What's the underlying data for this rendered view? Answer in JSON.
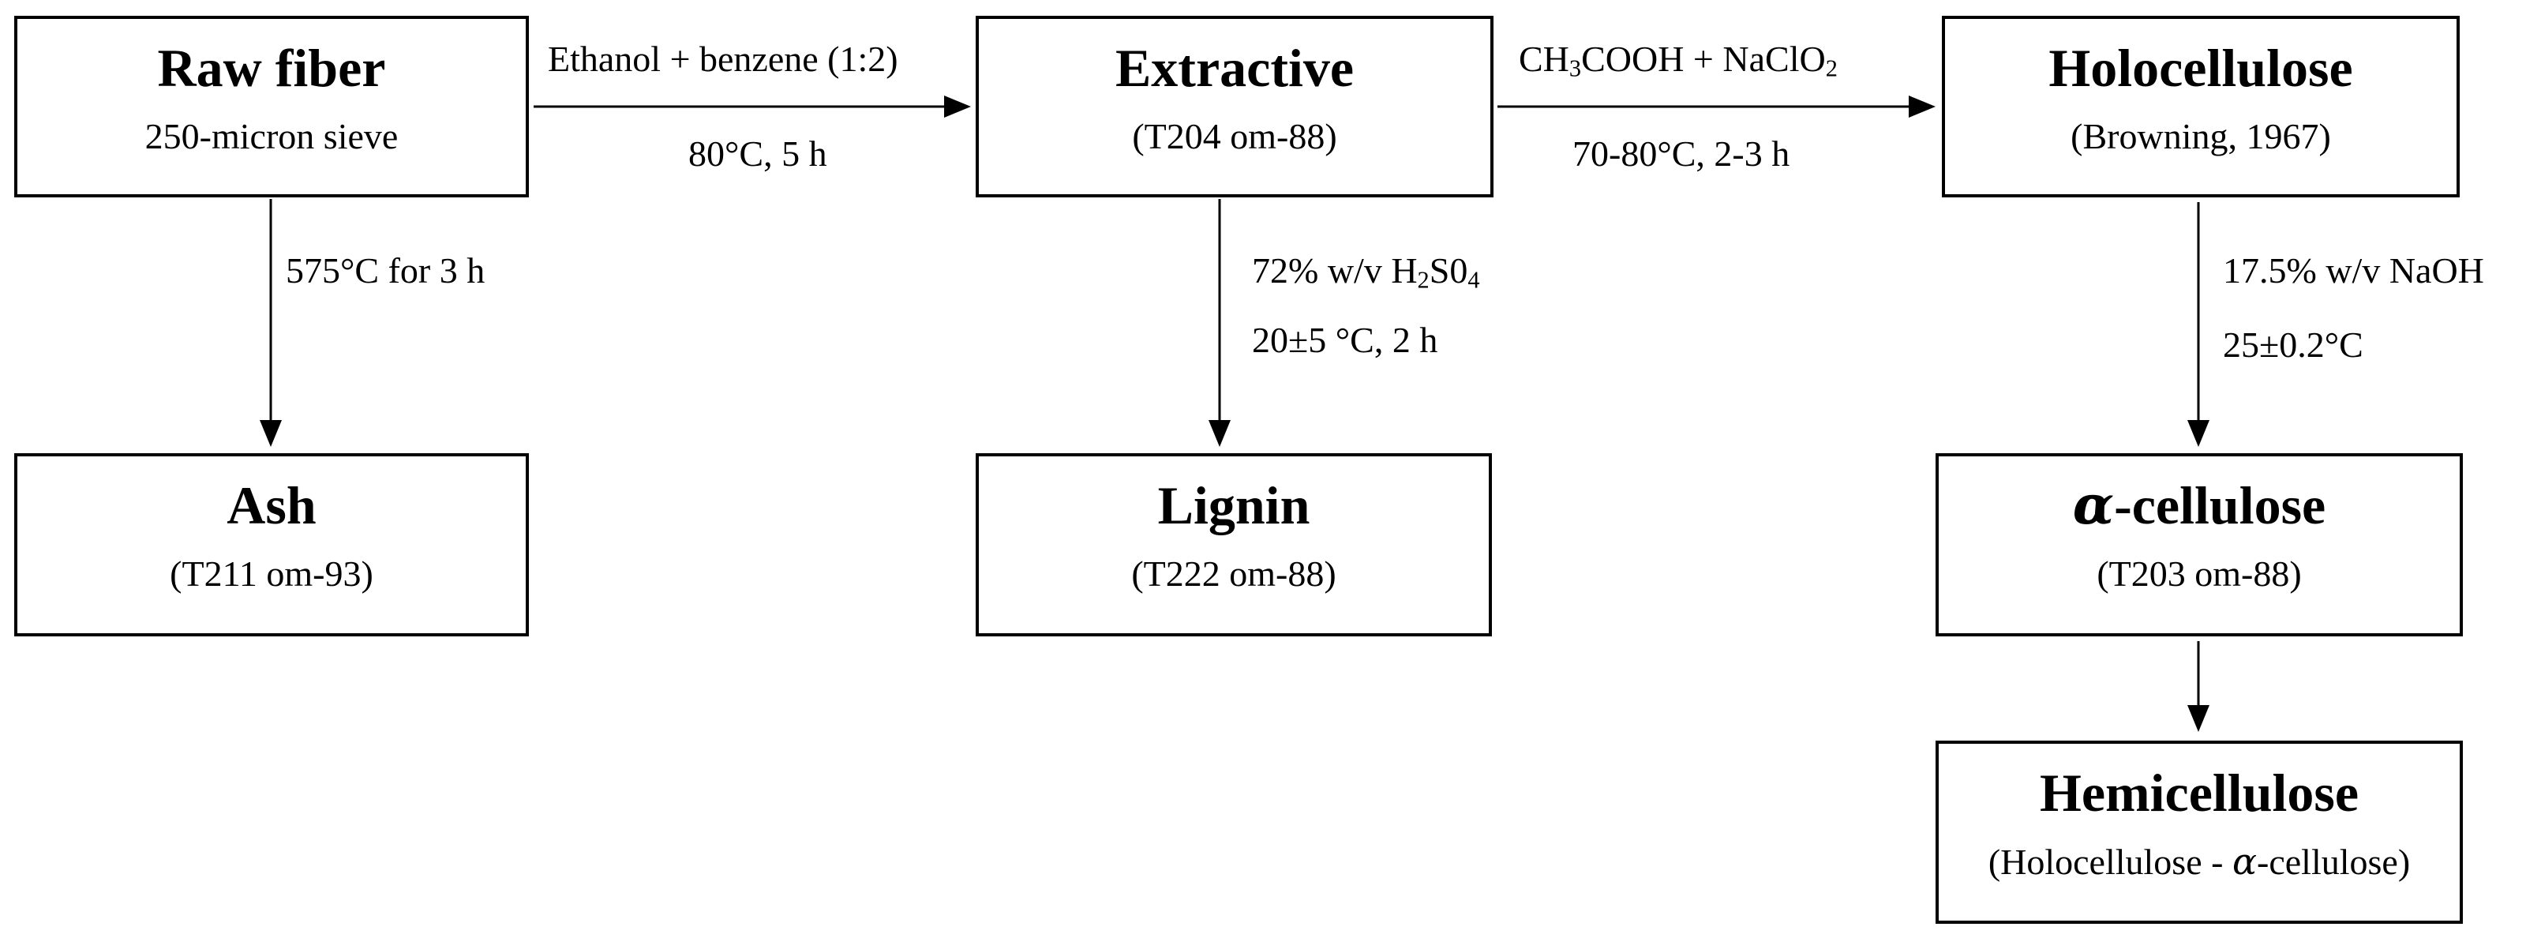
{
  "nodes": {
    "raw_fiber": {
      "title": "Raw fiber",
      "subtitle": "250-micron sieve"
    },
    "extractive": {
      "title": "Extractive",
      "subtitle": "(T204 om-88)"
    },
    "holocellulose": {
      "title": "Holocellulose",
      "subtitle": "(Browning, 1967)"
    },
    "ash": {
      "title": "Ash",
      "subtitle": "(T211 om-93)"
    },
    "lignin": {
      "title": "Lignin",
      "subtitle": "(T222 om-88)"
    },
    "alpha_cellulose": {
      "title_greek": "α",
      "title_rest": "-cellulose",
      "subtitle": "(T203 om-88)"
    },
    "hemicellulose": {
      "title": "Hemicellulose",
      "subtitle_pre": "(Holocellulose - ",
      "subtitle_greek": "α",
      "subtitle_post": "-cellulose)"
    }
  },
  "edges": {
    "raw_to_extractive": {
      "line1": "Ethanol + benzene (1:2)",
      "line2": "80°C, 5 h"
    },
    "extractive_to_holo": {
      "line1_a": "CH",
      "line1_sub1": "3",
      "line1_b": "COOH + NaClO",
      "line1_sub2": "2",
      "line2": "70-80°C, 2-3 h"
    },
    "raw_to_ash": {
      "line1": "575°C for 3 h"
    },
    "extractive_to_lignin": {
      "line1_a": "72% w/v H",
      "line1_sub1": "2",
      "line1_b": "S0",
      "line1_sub2": "4",
      "line2": "20±5 °C, 2 h"
    },
    "holo_to_alpha": {
      "line1": "17.5% w/v NaOH",
      "line2": "25±0.2°C"
    }
  }
}
